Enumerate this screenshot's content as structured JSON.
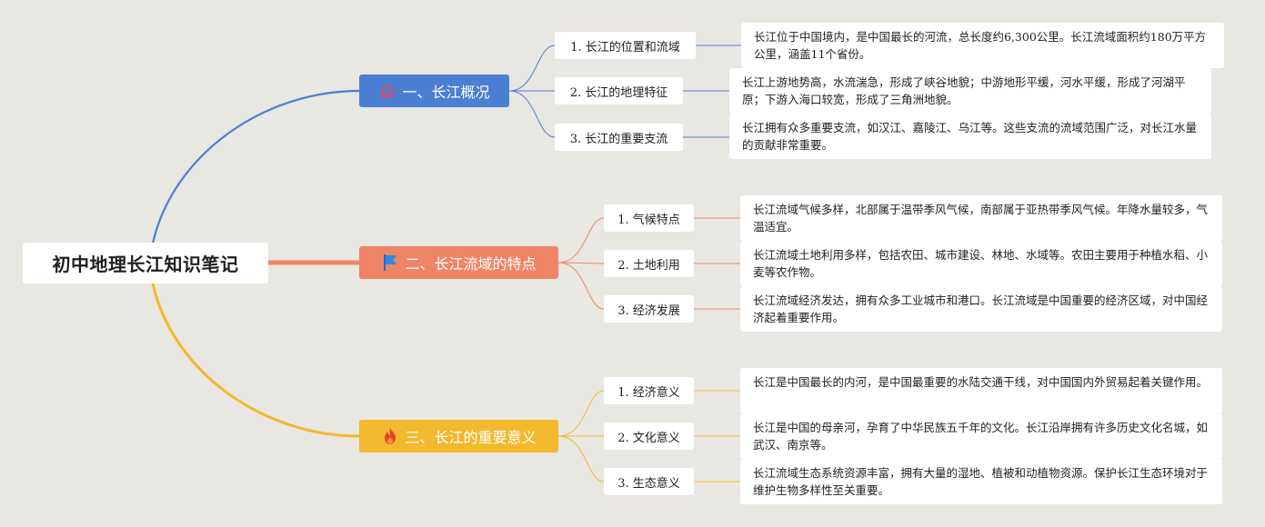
{
  "title": "初中地理长江知识笔记",
  "colors": {
    "background": "#e9e7e1",
    "branch1": "#4a7fd4",
    "branch2": "#f08466",
    "branch3": "#f3b92e"
  },
  "branches": [
    {
      "label": "一、长江概况",
      "icon": "home-icon",
      "items": [
        {
          "label": "1. 长江的位置和流域",
          "text": "长江位于中国境内，是中国最长的河流，总长度约6,300公里。长江流域面积约180万平方公里，涵盖11个省份。"
        },
        {
          "label": "2. 长江的地理特征",
          "text": "长江上游地势高，水流湍急，形成了峡谷地貌；中游地形平缓，河水平缓，形成了河湖平原；下游入海口较宽，形成了三角洲地貌。"
        },
        {
          "label": "3. 长江的重要支流",
          "text": "长江拥有众多重要支流，如汉江、嘉陵江、乌江等。这些支流的流域范围广泛，对长江水量的贡献非常重要。"
        }
      ]
    },
    {
      "label": "二、长江流域的特点",
      "icon": "flag-icon",
      "items": [
        {
          "label": "1. 气候特点",
          "text": "长江流域气候多样，北部属于温带季风气候，南部属于亚热带季风气候。年降水量较多，气温适宜。"
        },
        {
          "label": "2. 土地利用",
          "text": "长江流域土地利用多样，包括农田、城市建设、林地、水域等。农田主要用于种植水稻、小麦等农作物。"
        },
        {
          "label": "3. 经济发展",
          "text": "长江流域经济发达，拥有众多工业城市和港口。长江流域是中国重要的经济区域，对中国经济起着重要作用。"
        }
      ]
    },
    {
      "label": "三、长江的重要意义",
      "icon": "fire-icon",
      "items": [
        {
          "label": "1. 经济意义",
          "text": "长江是中国最长的内河，是中国最重要的水陆交通干线，对中国国内外贸易起着关键作用。"
        },
        {
          "label": "2. 文化意义",
          "text": "长江是中国的母亲河，孕育了中华民族五千年的文化。长江沿岸拥有许多历史文化名城，如武汉、南京等。"
        },
        {
          "label": "3. 生态意义",
          "text": "长江流域生态系统资源丰富，拥有大量的湿地、植被和动植物资源。保护长江生态环境对于维护生物多样性至关重要。"
        }
      ]
    }
  ]
}
